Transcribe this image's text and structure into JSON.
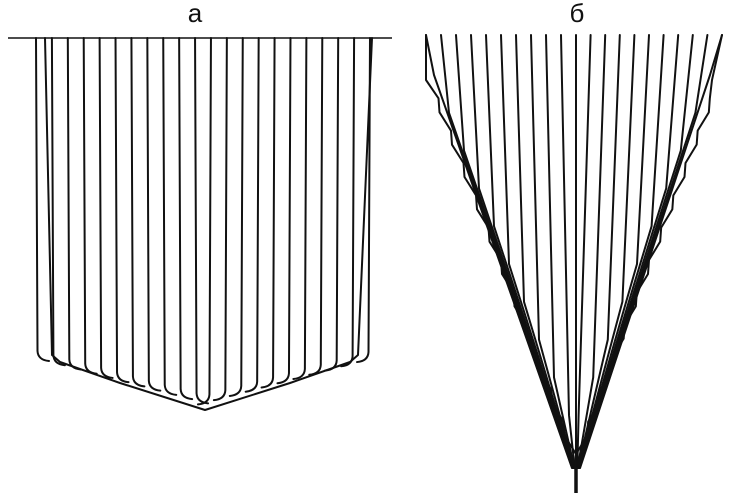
{
  "panels": [
    {
      "id": "a",
      "label": "а"
    },
    {
      "id": "b",
      "label": "б"
    }
  ],
  "colors": {
    "line": "#111111",
    "background": "#ffffff"
  }
}
